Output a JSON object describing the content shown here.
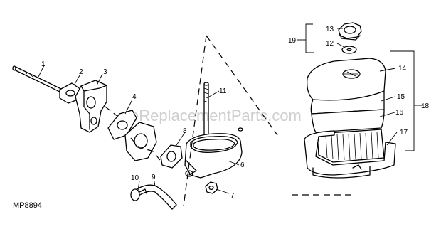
{
  "watermark": "eReplacementParts.com",
  "diagram_code": "MP8894",
  "callouts": {
    "c1": "1",
    "c2": "2",
    "c3": "3",
    "c4": "4",
    "c6": "6",
    "c7": "7",
    "c8": "8",
    "c9": "9",
    "c10": "10",
    "c11": "11",
    "c12": "12",
    "c13": "13",
    "c14": "14",
    "c15": "15",
    "c16": "16",
    "c17": "17",
    "c18": "18",
    "c19": "19"
  }
}
